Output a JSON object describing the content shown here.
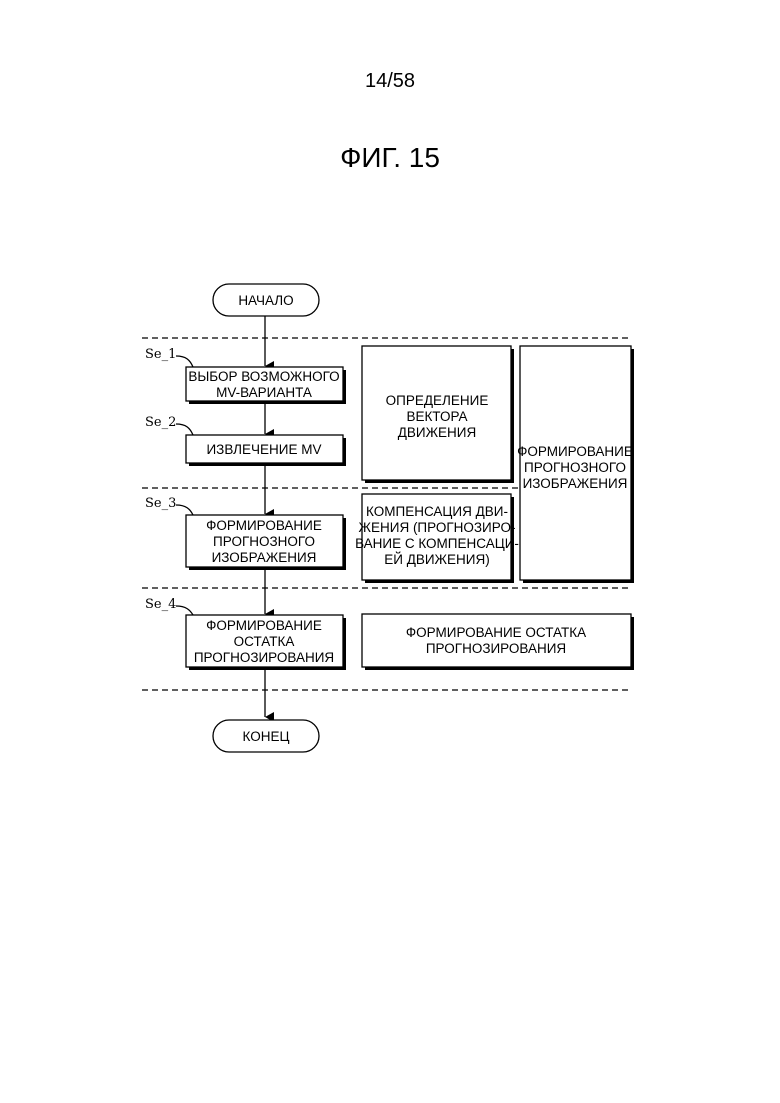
{
  "header": {
    "page_number": "14/58",
    "figure_title": "ФИГ. 15"
  },
  "flow": {
    "start": "НАЧАЛО",
    "end": "КОНЕЦ",
    "steps": [
      {
        "id": "Se_1",
        "lines": [
          "ВЫБОР ВОЗМОЖНОГО",
          "MV-ВАРИАНТА"
        ]
      },
      {
        "id": "Se_2",
        "lines": [
          "ИЗВЛЕЧЕНИЕ MV"
        ]
      },
      {
        "id": "Se_3",
        "lines": [
          "ФОРМИРОВАНИЕ",
          "ПРОГНОЗНОГО",
          "ИЗОБРАЖЕНИЯ"
        ]
      },
      {
        "id": "Se_4",
        "lines": [
          "ФОРМИРОВАНИЕ",
          "ОСТАТКА",
          "ПРОГНОЗИРОВАНИЯ"
        ]
      }
    ]
  },
  "groups": {
    "motion_vector": [
      "ОПРЕДЕЛЕНИЕ",
      "ВЕКТОРА",
      "ДВИЖЕНИЯ"
    ],
    "motion_comp": [
      "КОМПЕНСАЦИЯ ДВИ-",
      "ЖЕНИЯ (ПРОГНОЗИРО-",
      "ВАНИЕ С КОМПЕНСАЦИ-",
      "ЕЙ ДВИЖЕНИЯ)"
    ],
    "pred_image": [
      "ФОРМИРОВАНИЕ",
      "ПРОГНОЗНОГО",
      "ИЗОБРАЖЕНИЯ"
    ],
    "residual": [
      "ФОРМИРОВАНИЕ ОСТАТКА",
      "ПРОГНОЗИРОВАНИЯ"
    ]
  }
}
